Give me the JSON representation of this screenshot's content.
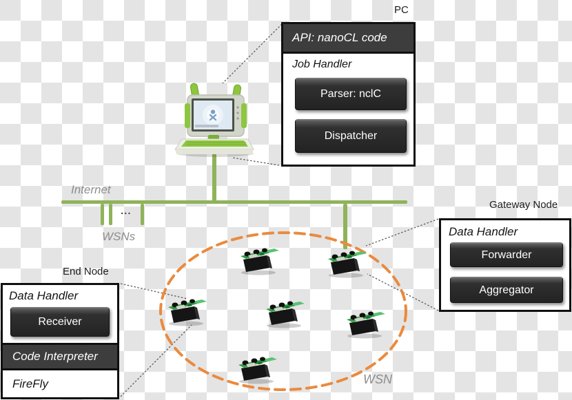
{
  "labels": {
    "pc": "PC",
    "internet": "Internet",
    "wsns": "WSNs",
    "ellipsis": "...",
    "gateway_node": "Gateway Node",
    "end_node": "End Node",
    "wsn": "WSN"
  },
  "api_box": {
    "title": "API: nanoCL code",
    "section_label": "Job Handler",
    "buttons": [
      {
        "label": "Parser: nclC"
      },
      {
        "label": "Dispatcher"
      }
    ]
  },
  "gateway_box": {
    "section_label": "Data Handler",
    "buttons": [
      {
        "label": "Forwarder"
      },
      {
        "label": "Aggregator"
      }
    ]
  },
  "end_node_box": {
    "section_label": "Data Handler",
    "buttons": [
      {
        "label": "Receiver"
      }
    ],
    "layers": [
      {
        "label": "Code Interpreter"
      },
      {
        "label": "FireFly"
      }
    ]
  },
  "icons": {
    "laptop": "olpc-xo-laptop",
    "mote": "firefly-sensor-node"
  },
  "diagram": {
    "mote_count": 6,
    "colors": {
      "network_green": "#8fb35a",
      "wsn_orange": "#ea8a3e",
      "panel_dark": "#3d3d3d",
      "button_dark": "#262626",
      "muted_label_gray": "#8d8d8d"
    }
  }
}
